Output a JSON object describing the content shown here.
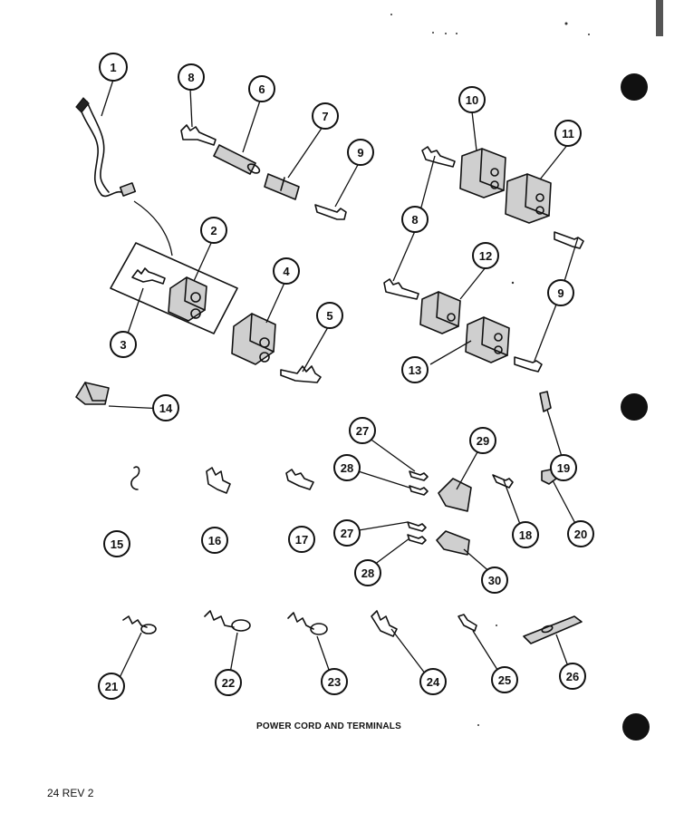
{
  "caption": "POWER CORD AND TERMINALS",
  "page_number": "24 REV 2",
  "callouts": [
    {
      "id": "c1",
      "label": "1"
    },
    {
      "id": "c2",
      "label": "2"
    },
    {
      "id": "c3",
      "label": "3"
    },
    {
      "id": "c4",
      "label": "4"
    },
    {
      "id": "c5",
      "label": "5"
    },
    {
      "id": "c6",
      "label": "6"
    },
    {
      "id": "c7",
      "label": "7"
    },
    {
      "id": "c8a",
      "label": "8"
    },
    {
      "id": "c9a",
      "label": "9"
    },
    {
      "id": "c10",
      "label": "10"
    },
    {
      "id": "c11",
      "label": "11"
    },
    {
      "id": "c8b",
      "label": "8"
    },
    {
      "id": "c12",
      "label": "12"
    },
    {
      "id": "c9b",
      "label": "9"
    },
    {
      "id": "c13",
      "label": "13"
    },
    {
      "id": "c14",
      "label": "14"
    },
    {
      "id": "c19",
      "label": "19"
    },
    {
      "id": "c27a",
      "label": "27"
    },
    {
      "id": "c29",
      "label": "29"
    },
    {
      "id": "c28a",
      "label": "28"
    },
    {
      "id": "c15",
      "label": "15"
    },
    {
      "id": "c16",
      "label": "16"
    },
    {
      "id": "c17",
      "label": "17"
    },
    {
      "id": "c18",
      "label": "18"
    },
    {
      "id": "c20",
      "label": "20"
    },
    {
      "id": "c27b",
      "label": "27"
    },
    {
      "id": "c28b",
      "label": "28"
    },
    {
      "id": "c30",
      "label": "30"
    },
    {
      "id": "c21",
      "label": "21"
    },
    {
      "id": "c22",
      "label": "22"
    },
    {
      "id": "c23",
      "label": "23"
    },
    {
      "id": "c24",
      "label": "24"
    },
    {
      "id": "c25",
      "label": "25"
    },
    {
      "id": "c26",
      "label": "26"
    }
  ]
}
